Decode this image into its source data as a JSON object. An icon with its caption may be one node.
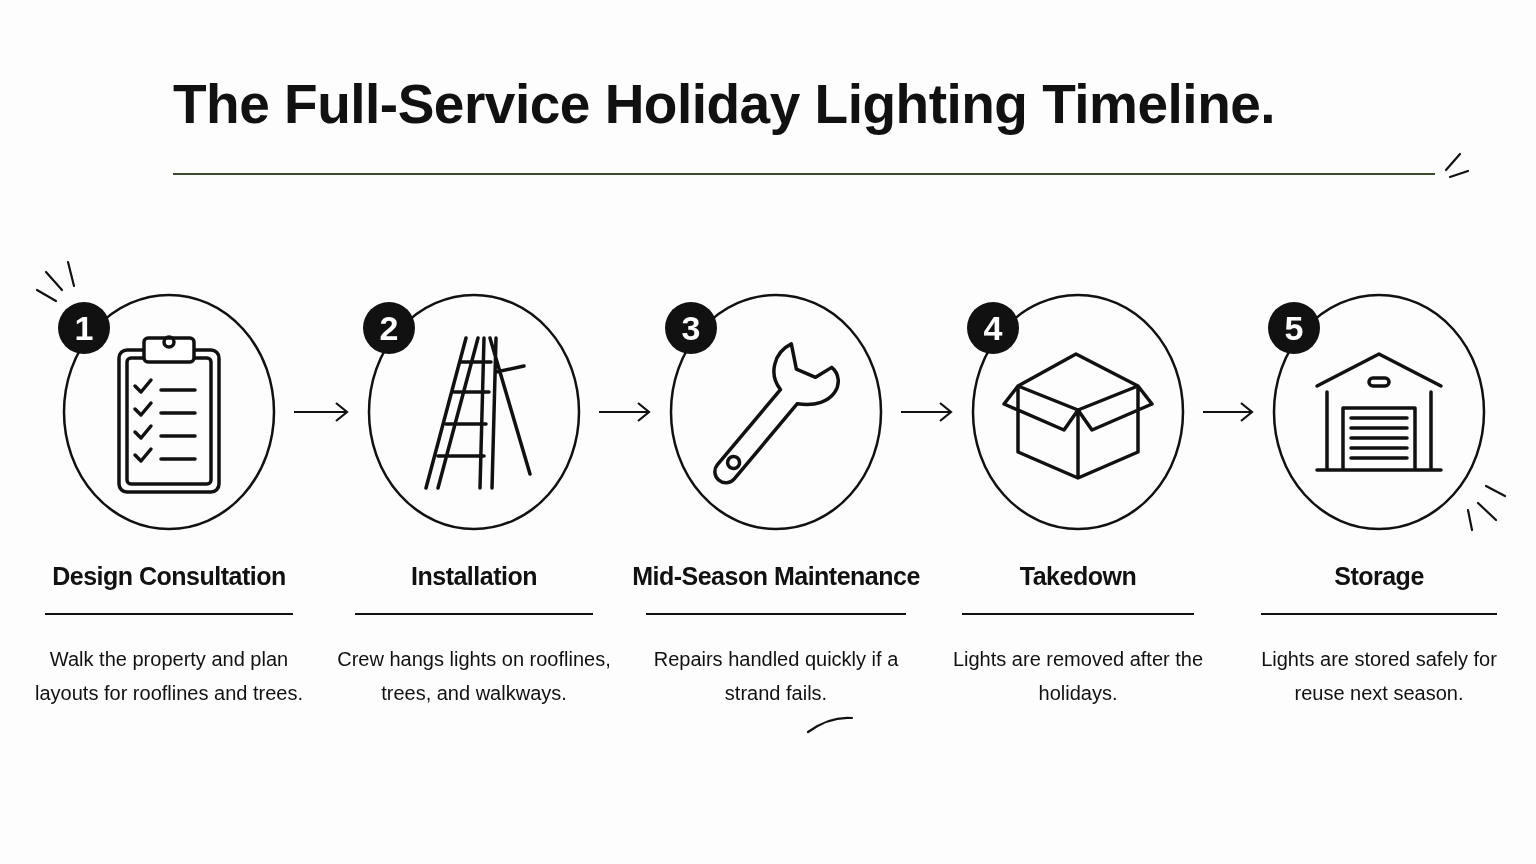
{
  "diagram": {
    "title": "The Full-Service Holiday Lighting Timeline.",
    "nodes": [
      {
        "text": [
          "Design Consultation",
          "Walk the property and plan layouts for rooflines and trees."
        ],
        "beside": [
          "1"
        ]
      },
      {
        "text": [
          "Installation",
          "Crew hangs lights on rooflines, trees, and walkways."
        ],
        "beside": [
          "2"
        ]
      },
      {
        "text": [
          "Mid-Season Maintenance",
          "Repairs handled quickly if a strand fails."
        ],
        "beside": [
          "3"
        ]
      },
      {
        "text": [
          "Takedown",
          "Lights are removed after the holidays."
        ],
        "beside": [
          "4"
        ]
      },
      {
        "text": [
          "Storage",
          "Lights are stored safely for reuse next season."
        ],
        "beside": [
          "5"
        ]
      }
    ],
    "edges": [
      {
        "from": 0,
        "to": 1,
        "arrow": "to"
      },
      {
        "from": 1,
        "to": 2,
        "arrow": "to"
      },
      {
        "from": 2,
        "to": 3,
        "arrow": "to"
      },
      {
        "from": 3,
        "to": 4,
        "arrow": "to"
      }
    ]
  }
}
